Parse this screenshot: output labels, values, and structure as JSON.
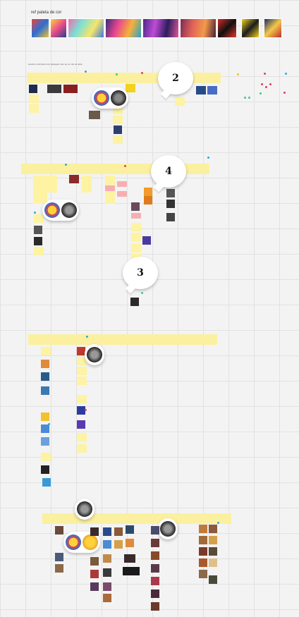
{
  "board": {
    "title": "ref paleta de cor",
    "section_note": "quadros coloridos bons paisagem arte de cor dia de tarde"
  },
  "comment_bubbles": [
    {
      "number": "2"
    },
    {
      "number": "4"
    },
    {
      "number": "3"
    }
  ],
  "colors": {
    "grid_bg": "#f3f3f3",
    "sticky": "#fdf3a2",
    "pink_sticky": "#f7aeb3",
    "dot_blue": "#2aa8e0",
    "dot_red": "#e23c5a",
    "dot_green": "#3cc98a"
  }
}
